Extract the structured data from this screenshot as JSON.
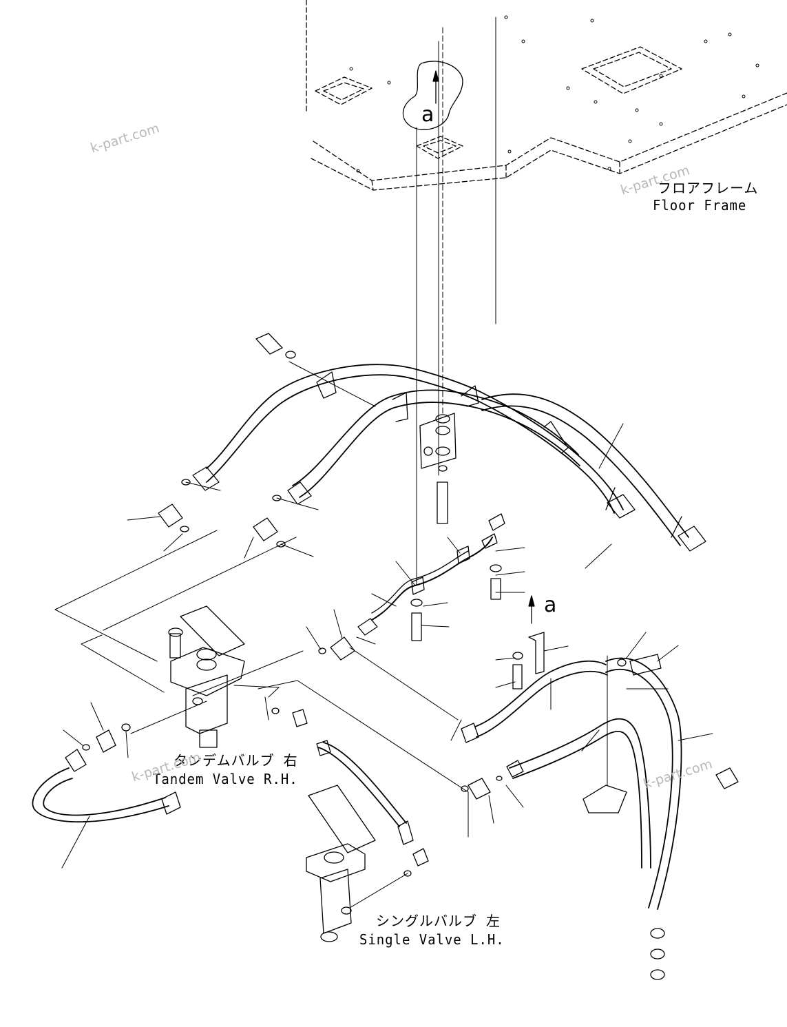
{
  "labels": {
    "floor_frame": {
      "jp": "フロアフレーム",
      "en": "Floor Frame"
    },
    "tandem_valve": {
      "jp": "タンデムバルブ 右",
      "en": "Tandem Valve R.H."
    },
    "single_valve": {
      "jp": "シングルバルブ 左",
      "en": "Single Valve L.H."
    }
  },
  "view_marker": "a",
  "watermark": "k-part.com",
  "colors": {
    "line": "#000000",
    "watermark": "#b8b8b8",
    "background": "#ffffff"
  }
}
